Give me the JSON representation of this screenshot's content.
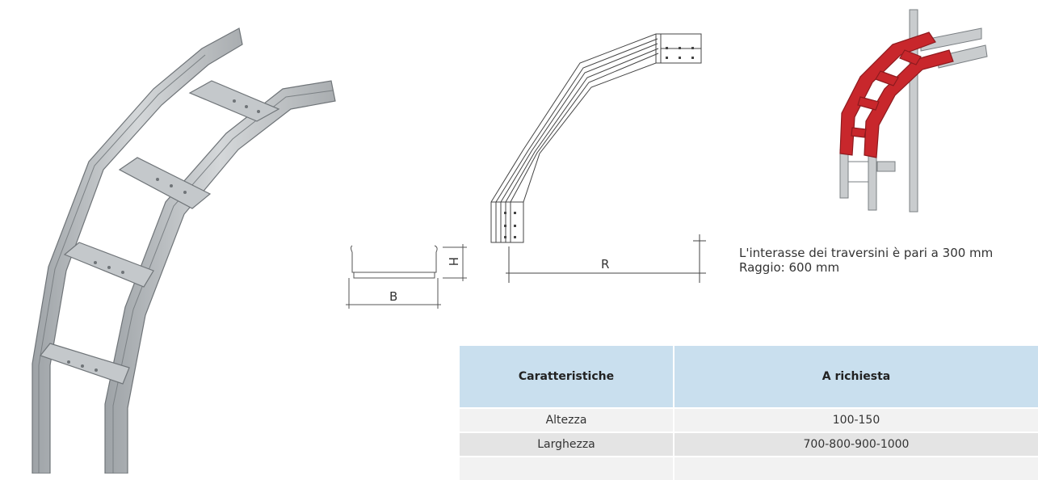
{
  "colors": {
    "table_header_bg": "#c9dfee",
    "row_light": "#f2f2f2",
    "row_dark": "#e4e4e4",
    "tray_red": "#c8272c",
    "steel": "#b8bcbf"
  },
  "drawing": {
    "profile_width_label": "B",
    "profile_height_label": "H",
    "bend_radius_label": "R"
  },
  "notes": {
    "rung_spacing": "L'interasse dei traversini è pari a 300 mm",
    "radius": "Raggio: 600 mm"
  },
  "table": {
    "headers": [
      "Caratteristiche",
      "A richiesta"
    ],
    "rows": [
      {
        "label": "Altezza",
        "value": "100-150"
      },
      {
        "label": "Larghezza",
        "value": "700-800-900-1000"
      },
      {
        "label": "",
        "value": ""
      }
    ]
  }
}
